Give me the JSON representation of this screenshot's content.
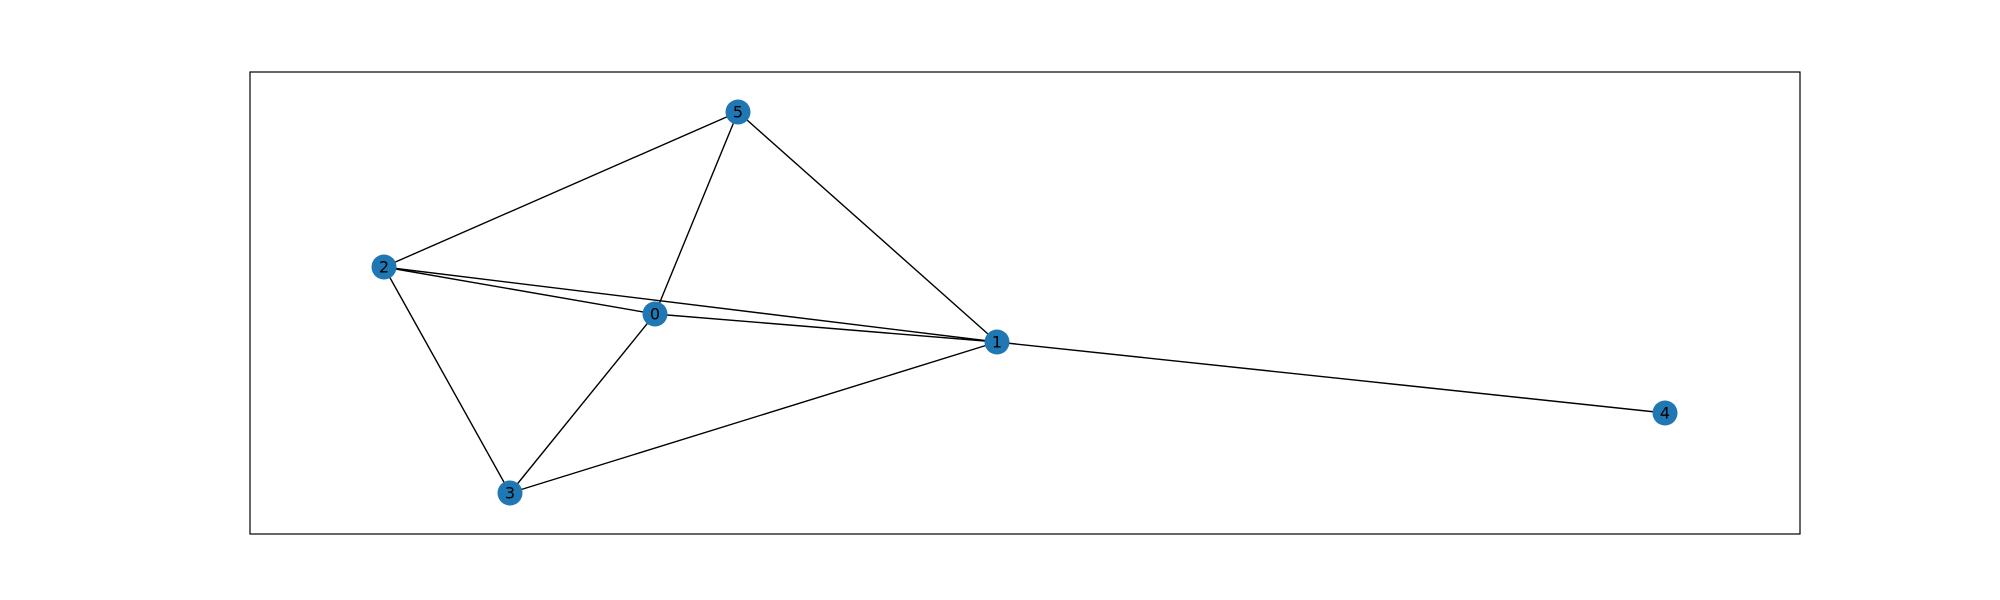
{
  "graph": {
    "node_color": "#1f77b4",
    "edge_color": "#000000",
    "frame_color": "#000000",
    "background": "#ffffff",
    "nodes": [
      {
        "id": "0",
        "label": "0"
      },
      {
        "id": "1",
        "label": "1"
      },
      {
        "id": "2",
        "label": "2"
      },
      {
        "id": "3",
        "label": "3"
      },
      {
        "id": "4",
        "label": "4"
      },
      {
        "id": "5",
        "label": "5"
      }
    ],
    "edges": [
      [
        "0",
        "5"
      ],
      [
        "0",
        "2"
      ],
      [
        "0",
        "1"
      ],
      [
        "0",
        "3"
      ],
      [
        "1",
        "5"
      ],
      [
        "1",
        "2"
      ],
      [
        "1",
        "3"
      ],
      [
        "1",
        "4"
      ],
      [
        "2",
        "5"
      ],
      [
        "2",
        "3"
      ]
    ]
  }
}
